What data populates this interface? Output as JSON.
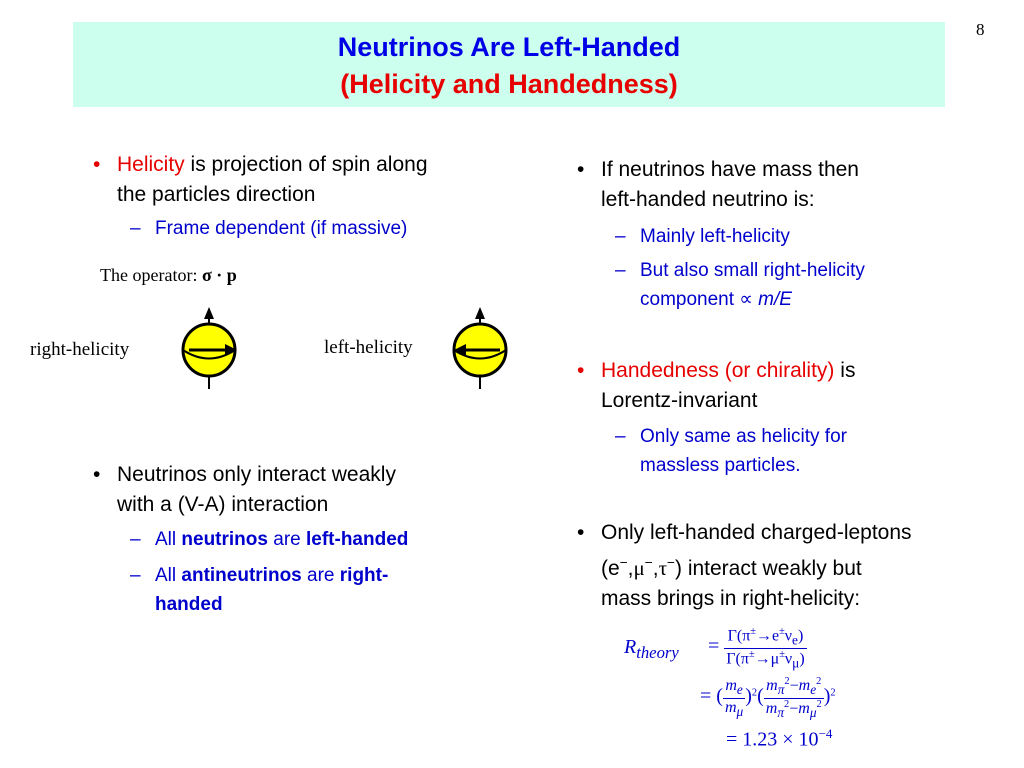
{
  "slide": {
    "page_number": "8",
    "title_line1": "Neutrinos Are Left-Handed",
    "title_line2": "(Helicity and Handedness)"
  },
  "left": {
    "bullet1": {
      "term": "Helicity",
      "rest1": " is projection of spin along",
      "rest2": "the particles direction"
    },
    "sub1": "Frame dependent (if massive)",
    "operator_label": "The operator: ",
    "operator_expr": "σ · p",
    "right_helicity_label": "right-helicity",
    "left_helicity_label": "left-helicity",
    "bullet2": {
      "line1": "Neutrinos only interact weakly",
      "line2": "with a (V-A) interaction"
    },
    "sub2": {
      "a": "All ",
      "b": "neutrinos",
      "c": " are ",
      "d": "left-handed"
    },
    "sub3": {
      "a": "All ",
      "b": "antineutrinos",
      "c": " are ",
      "d1": "right-",
      "d2": "handed"
    }
  },
  "right": {
    "bullet1": {
      "line1": "If neutrinos have mass then",
      "line2": "left-handed neutrino is:"
    },
    "sub1": "Mainly left-helicity",
    "sub2": {
      "line1": "But also small right-helicity",
      "line2": "component ",
      "symbol": "∝",
      "expr": " m/E"
    },
    "bullet2": {
      "term": "Handedness (or chirality)",
      "rest": " is",
      "line2": "Lorentz-invariant"
    },
    "sub3": {
      "line1": "Only same as helicity for",
      "line2": "massless particles."
    },
    "bullet3": {
      "line1": "Only left-handed charged-leptons",
      "line2a": "(e",
      "line2b": ") interact weakly  but",
      "line3": "mass brings in right-helicity:"
    }
  },
  "equation": {
    "lhs": "R",
    "lhs_sub": "theory",
    "result": "= 1.23 × 10",
    "result_exp": "−4"
  },
  "colors": {
    "title_bg": "#ccffee",
    "blue": "#0000cc",
    "red": "#e60000",
    "green": "#009900",
    "sphere": "#ffff00"
  }
}
